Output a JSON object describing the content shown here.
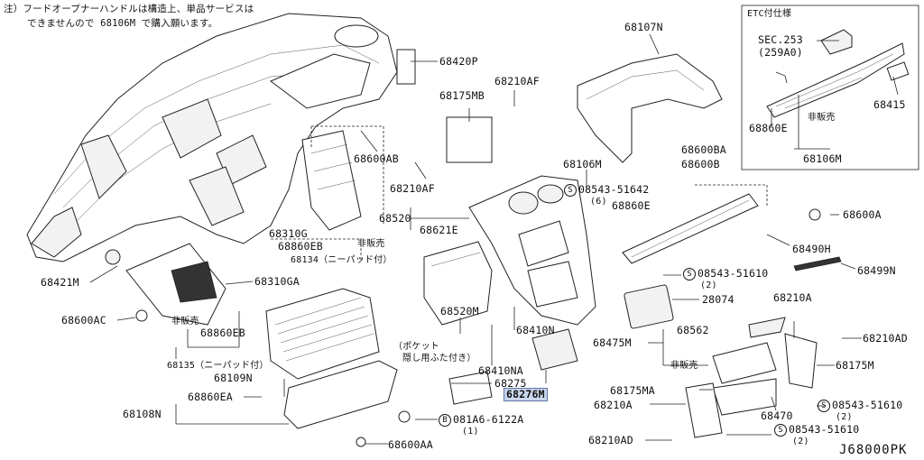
{
  "note": {
    "line1": "注）フードオープナーハンドルは構造上、単品サービスは",
    "line2": "できませんので 68106M で購入願います。"
  },
  "etc_box": {
    "title": "ETC付仕様",
    "sec_line1": "SEC.253",
    "sec_line2": "(259A0)",
    "not_sold": "非販売",
    "p68860E": "68860E",
    "p68415": "68415",
    "p68106M": "68106M"
  },
  "labels": {
    "p68107N": "68107N",
    "p68420P": "68420P",
    "p68175MB": "68175MB",
    "p68210AF_top": "68210AF",
    "p68600AB": "68600AB",
    "p68210AF_mid": "68210AF",
    "p68106M": "68106M",
    "p68600BA": "68600BA",
    "p68600B": "68600B",
    "s08543_51642": "08543-51642",
    "q6": "(6)",
    "p68860E_main": "68860E",
    "p68520": "68520",
    "p68621E": "68621E",
    "p68600A": "68600A",
    "p68310G": "68310G",
    "p68860EB_top": "68860EB",
    "not_sold_top": "非販売",
    "p68134": "68134（ニーパッド付）",
    "p68490H": "68490H",
    "p68499N": "68499N",
    "s08543_51610_a": "08543-51610",
    "q2_a": "(2)",
    "p28074": "28074",
    "p68421M": "68421M",
    "p68310GA": "68310GA",
    "p68520M": "68520M",
    "p68410N": "68410N",
    "p68210A_r": "68210A",
    "p68600AC": "68600AC",
    "not_sold_left": "非販売",
    "p68860EB_left": "68860EB",
    "p68562": "68562",
    "p68475M": "68475M",
    "p68210AD_r": "68210AD",
    "pocket1": "（ポケット",
    "pocket2": "隠し用ふた付き）",
    "not_sold_r": "非販売",
    "p68175M": "68175M",
    "p68135": "68135（ニーパッド付）",
    "p68410NA": "68410NA",
    "p68109N": "68109N",
    "p68275": "68275",
    "p68276M": "68276M",
    "p68175MA": "68175MA",
    "p68860EA": "68860EA",
    "p68210A_b": "68210A",
    "s08543_51610_b": "08543-51610",
    "q2_b": "(2)",
    "p68108N": "68108N",
    "b081A6": "081A6-6122A",
    "q1": "(1)",
    "p68470": "68470",
    "p68210AD_b": "68210AD",
    "s08543_51610_c": "08543-51610",
    "q2_c": "(2)",
    "p68600AA": "68600AA",
    "diagram_code": "J68000PK"
  },
  "marks": {
    "s_symbol": "S",
    "b_symbol": "B"
  }
}
